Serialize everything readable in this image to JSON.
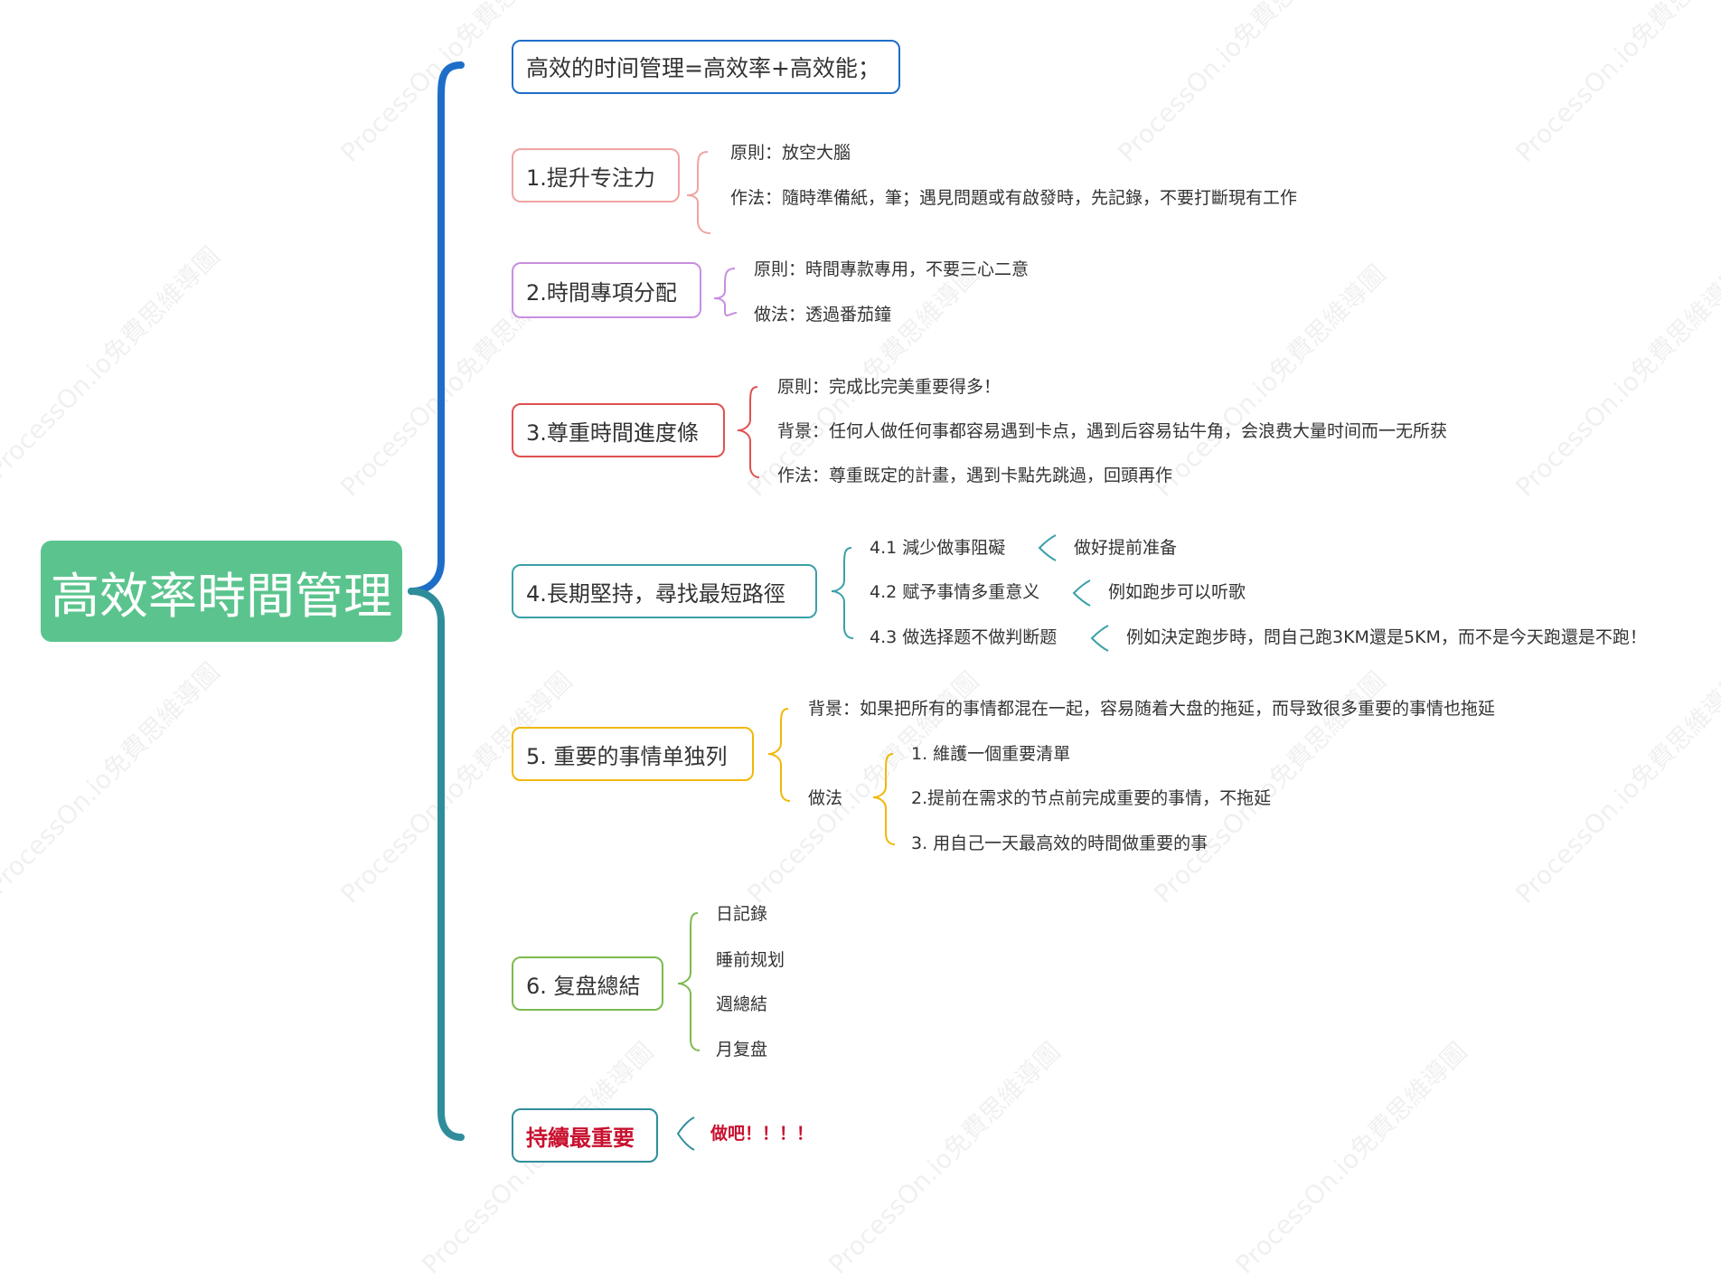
{
  "root": {
    "title": "高效率時間管理"
  },
  "watermark": {
    "text": "ProcessOn.io免費思維導圖"
  },
  "colors": {
    "root_bg": "#5bc48e",
    "n0": "#1e6ec8",
    "n1": "#f1a3a3",
    "n2": "#c88ee0",
    "n3": "#e05050",
    "n4": "#3aa0a8",
    "n5": "#f2b705",
    "n6": "#7cba4f",
    "n7": "#2f8d9b",
    "important": "#c8102e"
  },
  "nodes": [
    {
      "label": "高效的时间管理=高效率+高效能；",
      "children": []
    },
    {
      "label": "1.提升专注力",
      "children": [
        {
          "label": "原則：放空大腦"
        },
        {
          "label": "作法：隨時準備紙，筆；遇見問題或有啟發時，先記錄，不要打斷現有工作"
        }
      ]
    },
    {
      "label": "2.時間專項分配",
      "children": [
        {
          "label": "原則：時間專款專用，不要三心二意"
        },
        {
          "label": "做法：透過番茄鐘"
        }
      ]
    },
    {
      "label": "3.尊重時間進度條",
      "children": [
        {
          "label": "原則：完成比完美重要得多！"
        },
        {
          "label": "背景：任何人做任何事都容易遇到卡点，遇到后容易钻牛角，会浪费大量时间而一无所获"
        },
        {
          "label": "作法：尊重既定的計畫，遇到卡點先跳過，回頭再作"
        }
      ]
    },
    {
      "label": "4.長期堅持，尋找最短路徑",
      "children": [
        {
          "label": "4.1 減少做事阻礙",
          "detail": "做好提前准备"
        },
        {
          "label": "4.2 赋予事情多重意义",
          "detail": "例如跑步可以听歌"
        },
        {
          "label": "4.3 做选择题不做判断题",
          "detail": "例如決定跑步時，問自己跑3KM還是5KM，而不是今天跑還是不跑！"
        }
      ]
    },
    {
      "label": "5. 重要的事情单独列",
      "children": [
        {
          "label": "背景：如果把所有的事情都混在一起，容易随着大盘的拖延，而导致很多重要的事情也拖延"
        },
        {
          "label": "做法",
          "items": [
            "1. 維護一個重要清單",
            "2.提前在需求的节点前完成重要的事情，不拖延",
            "3. 用自己一天最高效的時間做重要的事"
          ]
        }
      ]
    },
    {
      "label": "6. 复盘總結",
      "children": [
        {
          "label": "日記錄"
        },
        {
          "label": "睡前规划"
        },
        {
          "label": "週總結"
        },
        {
          "label": "月复盘"
        }
      ]
    },
    {
      "label": "持續最重要",
      "children": [
        {
          "label": "做吧！！！！"
        }
      ]
    }
  ]
}
